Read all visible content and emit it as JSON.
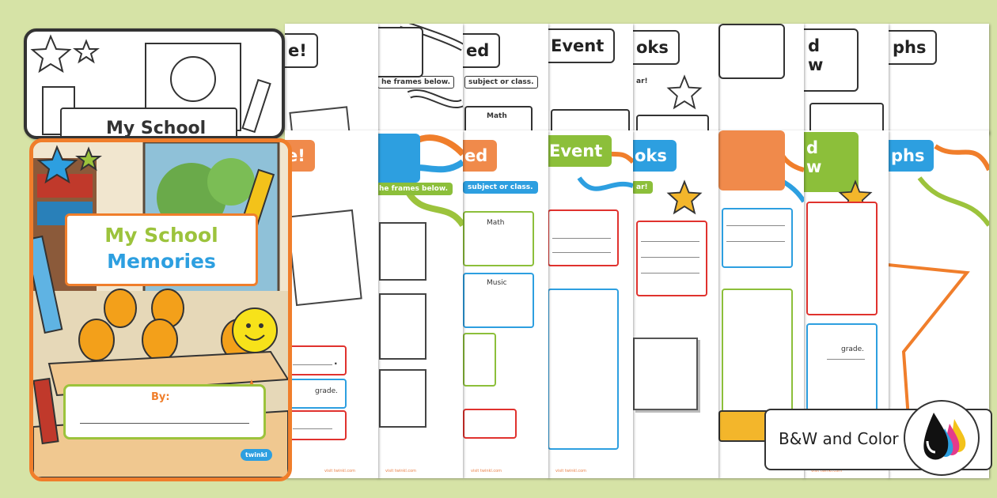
{
  "colors": {
    "background": "#d6e3a6",
    "orange": "#f07e2b",
    "blue": "#2d9fe0",
    "green": "#8cbf3a",
    "dark": "#222222"
  },
  "back_row": {
    "cover_title": "My School",
    "tab_fragments": [
      "e!",
      "ed",
      "Event",
      "oks",
      "d\nw",
      "phs"
    ],
    "pill_text": [
      "he frames below.",
      "subject or class."
    ],
    "subject": "Math",
    "year_fragment": "ar!"
  },
  "front_row": {
    "tab_fragments": [
      "e!",
      "ed",
      "Event",
      "oks",
      "d\nw",
      "phs"
    ],
    "pill_text": [
      "he frames below.",
      "subject or class."
    ],
    "subjects": [
      "Math",
      "Music"
    ],
    "year_fragment": "ar!",
    "grade_text": "grade.",
    "grade_text_2": "grade.",
    "period": ".",
    "footer": "visit twinkl.com"
  },
  "cover": {
    "title_line1": "My School",
    "title_line2": "Memories",
    "by_label": "By:",
    "logo": "twinkl"
  },
  "badge": {
    "label": "B&W and Color",
    "icon": "ink-drops-icon"
  }
}
